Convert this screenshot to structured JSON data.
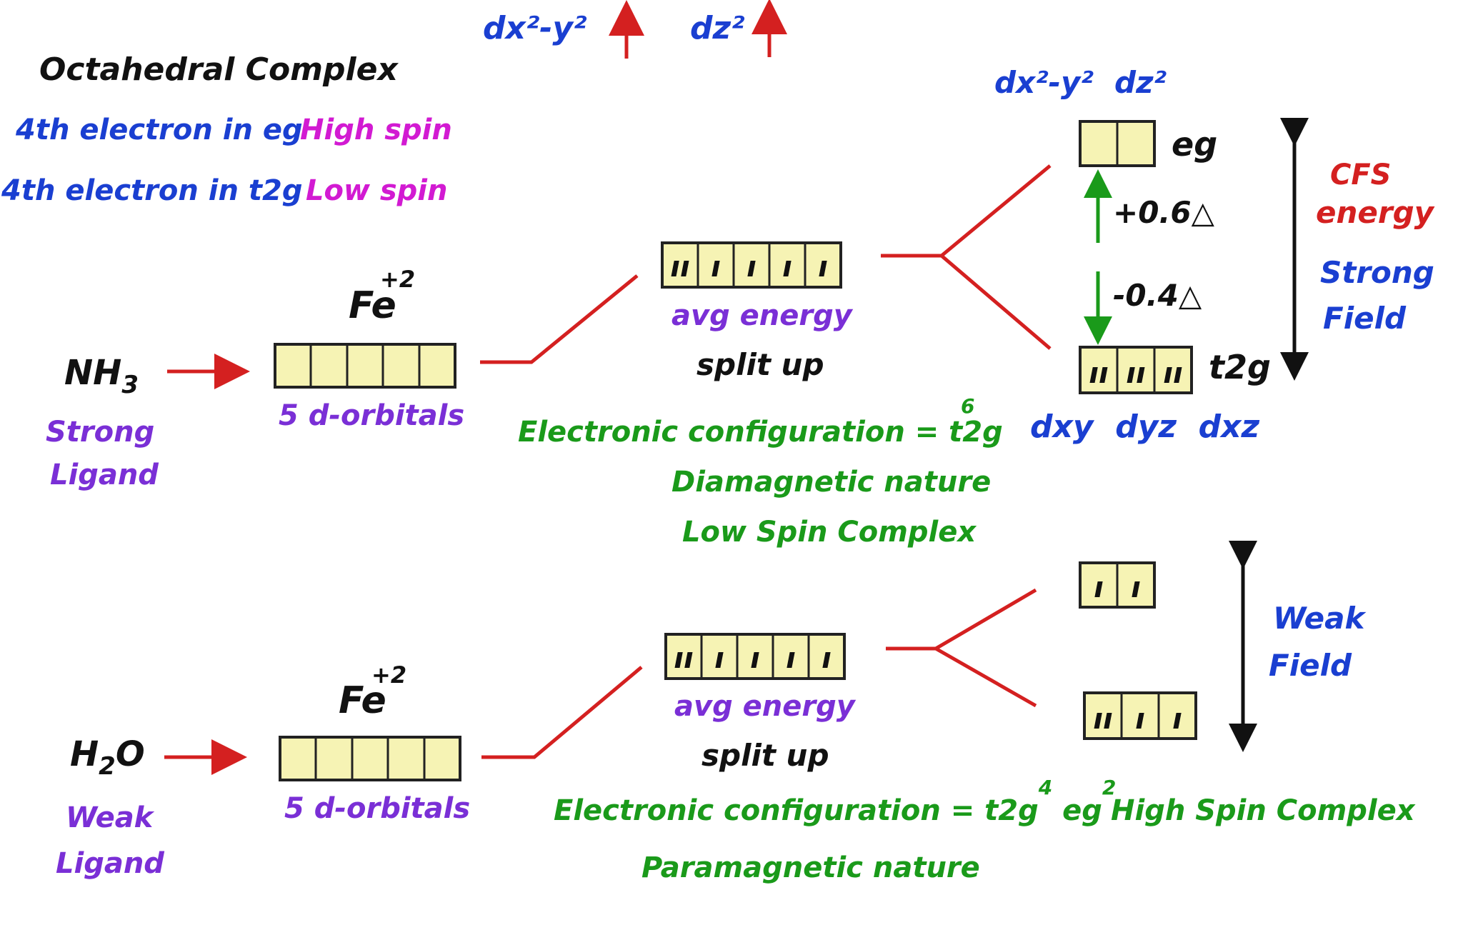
{
  "title": "Octahedral Complex",
  "notes": {
    "high_left": "4th electron in eg",
    "high_right": "High spin",
    "low_left": "4th electron in t2g",
    "low_right": "Low spin"
  },
  "top_labels": {
    "dx2y2": "dx²-y²",
    "dz2": "dz²"
  },
  "strong": {
    "ligand": "NH",
    "ligand_sub": "3",
    "ligand_type_1": "Strong",
    "ligand_type_2": "Ligand",
    "ion": "Fe",
    "ion_charge": "+2",
    "orbitals_label": "5 d-orbitals",
    "avg_energy": "avg energy",
    "split_up": "split up",
    "config": "Electronic configuration = t2g",
    "config_sup": "6",
    "magnetic": "Diamagnetic nature",
    "spin": "Low Spin Complex",
    "eg_orbitals": "dx²-y²  dz²",
    "eg_label": "eg",
    "t2g_label": "t2g",
    "t2g_orbitals": "dxy  dyz  dxz",
    "plus": "+0.6△",
    "minus": "-0.4△",
    "cfs_1": "CFS",
    "cfs_2": "energy",
    "field_1": "Strong",
    "field_2": "Field",
    "avg_marks": [
      "ıı",
      "ı",
      "ı",
      "ı",
      "ı"
    ],
    "t2g_marks": [
      "ıı",
      "ıı",
      "ıı"
    ]
  },
  "weak": {
    "ligand": "H",
    "ligand_sub": "2",
    "ligand_end": "O",
    "ligand_type_1": "Weak",
    "ligand_type_2": "Ligand",
    "ion": "Fe",
    "ion_charge": "+2",
    "orbitals_label": "5 d-orbitals",
    "avg_energy": "avg energy",
    "split_up": "split up",
    "config": "Electronic configuration = t2g",
    "config_sup1": "4",
    "config_mid": " eg",
    "config_sup2": "2",
    "magnetic": "Paramagnetic nature",
    "spin": "High Spin Complex",
    "field_1": "Weak",
    "field_2": "Field",
    "avg_marks": [
      "ıı",
      "ı",
      "ı",
      "ı",
      "ı"
    ],
    "eg_marks": [
      "ı",
      "ı"
    ],
    "t2g_marks": [
      "ıı",
      "ı",
      "ı"
    ]
  },
  "colors": {
    "black": "#111111",
    "blue": "#1a3fd1",
    "magenta": "#d21ad2",
    "violet": "#7a2fd6",
    "green": "#1a9a1a",
    "red": "#d42020",
    "box_fill": "#f6f3b4"
  }
}
